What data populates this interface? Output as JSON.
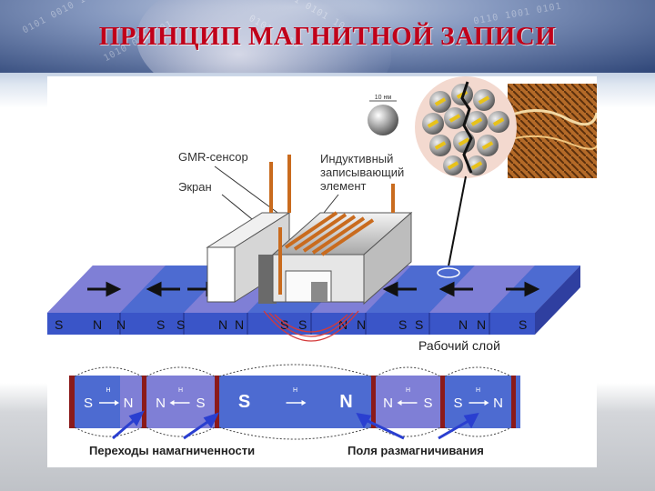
{
  "slide": {
    "title": "ПРИНЦИП МАГНИТНОЙ ЗАПИСИ"
  },
  "colors": {
    "title": "#c0001a",
    "media_light": "#7f7fd6",
    "media_dark": "#4d6bd1",
    "transition": "#8b1a1a",
    "arrow_blue": "#2a3fd0",
    "coil": "#c96b1e"
  },
  "diagram": {
    "scale_label": "10 нм",
    "labels": {
      "gmr_sensor": "GMR-сенсор",
      "shield": "Экран",
      "inductive_line1": "Индуктивный",
      "inductive_line2": "записывающий",
      "inductive_line3": "элемент",
      "working_layer": "Рабочий слой",
      "transitions": "Переходы намагниченности",
      "demag_fields": "Поля размагничивания"
    },
    "media_top_poles": [
      "S",
      "N",
      "N",
      "S",
      "S",
      "N",
      "N",
      "S",
      "S",
      "N",
      "N",
      "S",
      "S",
      "N",
      "N",
      "S"
    ],
    "media_top_arrows": [
      "right",
      "left",
      "right",
      "left",
      "left",
      "right",
      "left"
    ],
    "media_bottom_cells": [
      {
        "left": "S",
        "right": "N",
        "field": "H"
      },
      {
        "left": "N",
        "right": "S",
        "field": "H"
      },
      {
        "left": "S",
        "right": "N",
        "field": "H"
      },
      {
        "left": "N",
        "right": "S",
        "field": "H"
      },
      {
        "left": "S",
        "right": "N",
        "field": "H"
      }
    ]
  }
}
